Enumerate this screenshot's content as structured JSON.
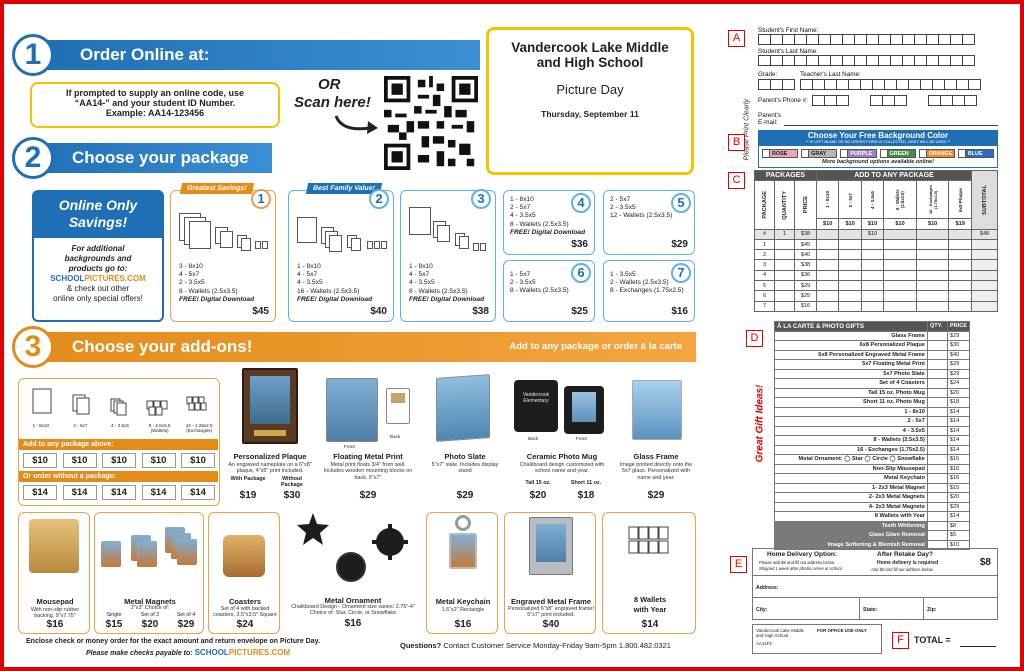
{
  "step1": {
    "number": "1",
    "title": "Order Online at: vando.imagequix.com/g1001270689",
    "prompt_line1": "If prompted to supply an online code, use",
    "prompt_line2": "“AA14-” and your student ID Number.",
    "prompt_line3": "Example: AA14-123456",
    "or_text": "OR",
    "scan_text": "Scan here!"
  },
  "school": {
    "name_line1": "Vandercook Lake Middle",
    "name_line2": "and High School",
    "event": "Picture Day",
    "date": "Thursday, September 11"
  },
  "step2": {
    "number": "2",
    "title": "Choose your package",
    "online_only_title1": "Online Only",
    "online_only_title2": "Savings!",
    "online_only_text1": "For additional",
    "online_only_text2": "backgrounds and",
    "online_only_text3": "products go to:",
    "site_prefix": "SCHOOL",
    "site_suffix": "PICTURES.COM",
    "online_only_text4": "& check out other",
    "online_only_text5": "online only special offers!"
  },
  "packages": [
    {
      "number": "1",
      "tag": "Greatest Savings!",
      "items": [
        "3 - 8x10",
        "4 - 5x7",
        "2 - 3.5x5",
        "8 - Wallets (2.5x3.5)",
        "FREE! Digital Download"
      ],
      "price": "$45"
    },
    {
      "number": "2",
      "tag": "Best Family Value!",
      "items": [
        "1 - 8x10",
        "4 - 5x7",
        "4 - 3.5x5",
        "16 - Wallets (2.5x3.5)",
        "FREE! Digital Download"
      ],
      "price": "$40"
    },
    {
      "number": "3",
      "tag": "",
      "items": [
        "1 - 8x10",
        "4 - 5x7",
        "4 - 3.5x5",
        "8 - Wallets (2.5x3.5)",
        "FREE! Digital Download"
      ],
      "price": "$38"
    },
    {
      "number": "4",
      "tag": "",
      "items": [
        "1 - 8x10",
        "2 - 5x7",
        "4 - 3.5x5",
        "8 - Wallets (2.5x3.5)",
        "FREE! Digital Download"
      ],
      "price": "$36"
    },
    {
      "number": "5",
      "tag": "",
      "items": [
        "2 - 5x7",
        "2 - 3.5x5",
        "12 - Wallets (2.5x3.5)"
      ],
      "price": "$29"
    },
    {
      "number": "6",
      "tag": "",
      "items": [
        "1 - 5x7",
        "2 - 3.5x5",
        "8 - Wallets (2.5x3.5)"
      ],
      "price": "$25"
    },
    {
      "number": "7",
      "tag": "",
      "items": [
        "1 - 3.5x5",
        "2 - Wallets (2.5x3.5)",
        "8 - Exchanges (1.75x2.5)"
      ],
      "price": "$16"
    }
  ],
  "step3": {
    "number": "3",
    "title": "Choose your add-ons!",
    "subtitle": "Add to any package or order à la carte",
    "sizes": [
      "1 - 8x10",
      "2 - 5x7",
      "4 - 3.5x5",
      "8 - 2.5x3.5 (Wallets)",
      "16 - 1.25x2.5 (Exchanges)"
    ],
    "add_label": "Add to any package above:",
    "add_prices": [
      "$10",
      "$10",
      "$10",
      "$10",
      "$10"
    ],
    "order_label": "Or order without a package:",
    "order_prices": [
      "$14",
      "$14",
      "$14",
      "$14",
      "$14"
    ]
  },
  "addons_row1": [
    {
      "name": "Personalized Plaque",
      "desc": "An engraved nameplate on a 6\"x8\" plaque, 4\"x5\" print included.",
      "sub1": "With Package",
      "price1": "$19",
      "sub2": "Without Package",
      "price2": "$30"
    },
    {
      "name": "Floating Metal Print",
      "desc": "Metal print floats 3/4\" from wall. Includes wooden mounting blocks on back. 5\"x7\"",
      "price": "$29",
      "front": "Front",
      "back": "Back"
    },
    {
      "name": "Photo Slate",
      "desc": "5\"x7\" slate. Includes display stand",
      "price": "$29"
    },
    {
      "name": "Ceramic Photo Mug",
      "desc": "Chalkboard design customized with school name and year.",
      "mug_text1": "Vandercook",
      "mug_text2": "Elementary",
      "back": "Back",
      "front": "Front",
      "sub1": "Tall 15 oz.",
      "price1": "$20",
      "sub2": "Short 11 oz.",
      "price2": "$18"
    },
    {
      "name": "Glass Frame",
      "desc": "Image printed directly onto the 5x7 glass. Personalized with name and year.",
      "price": "$29"
    }
  ],
  "addons_row2": [
    {
      "name": "Mousepad",
      "desc": "With non-slip rubber backing. 9\"x7.75\"",
      "price": "$16"
    },
    {
      "name": "Metal Magnets",
      "desc": "2\"x3\" Choice of:",
      "sub1": "Single",
      "price1": "$15",
      "sub2": "Set of 2",
      "price2": "$20",
      "sub3": "Set of 4",
      "price3": "$29"
    },
    {
      "name": "Coasters",
      "desc": "Set of 4 with backed coasters, 3.5\"x3.5\" Square",
      "price": "$24"
    },
    {
      "name": "Metal Ornament",
      "desc": "Chalkboard Design - Ornament size varies: 2.75\"-4\" Choice of: Star, Circle, or Snowflake",
      "price": "$16"
    },
    {
      "name": "Metal Keychain",
      "desc": "1.5\"x2\" Rectangle",
      "price": "$16"
    },
    {
      "name": "Engraved Metal Frame",
      "desc": "Personalized 6\"x8\" engraved frame! 5\"x7\" print included.",
      "price": "$40"
    },
    {
      "name": "8 Wallets",
      "name2": "with Year",
      "desc": "",
      "price": "$14"
    }
  ],
  "footer": {
    "line1": "Enclose check or money order for the exact amount and return envelope on Picture Day.",
    "line2": "Please make checks payable to:",
    "site_prefix": "SCHOOL",
    "site_suffix": "PICTURES.COM",
    "questions": "Questions?",
    "contact": "Contact Customer Service Monday-Friday 9am-5pm 1.800.482.0321"
  },
  "form": {
    "side_text": "Please Print Clearly",
    "section_a": "A",
    "first_name": "Student's First Name:",
    "last_name": "Student's Last Name:",
    "grade": "Grade:",
    "teacher": "Teacher's Last Name:",
    "phone": "Parent's Phone #:",
    "email1": "Parent's",
    "email2": "E-mail:",
    "section_b": "B",
    "bg_title": "Choose Your Free Background Color",
    "bg_note": "** IF LEFT BLANK OR NO ORDER FORM IS COLLECTED, GREY WILL BE USED **",
    "bg_colors": [
      "ROSE",
      "GRAY",
      "PURPLE",
      "GREEN",
      "ORANGE",
      "BLUE"
    ],
    "bg_hex": [
      "#e7a8b5",
      "#b5b5b5",
      "#9b7fc2",
      "#3f8f43",
      "#f08a26",
      "#2b6cc4"
    ],
    "bg_more": "More background options available online!",
    "section_c": "C",
    "packages_header": "PACKAGES",
    "addto_header": "ADD TO ANY PACKAGE",
    "col_package": "PACKAGE",
    "col_quantity": "QUANTITY",
    "col_price": "PRICE",
    "addon_cols": [
      "1 - 8x10",
      "2 - 5x7",
      "4 - 3.5x5",
      "8 - Wallets (2.5x3.5)",
      "16 - Exchanges (1.75x2.5)",
      "6x8 Plaque"
    ],
    "addon_col_prices": [
      "$10",
      "$10",
      "$10",
      "$10",
      "$10",
      "$19"
    ],
    "col_subtotal": "SUBTOTAL",
    "example_row": {
      "pkg": "#",
      "qty": "1",
      "price": "$38",
      "addon": "$10",
      "subtotal": "$48"
    },
    "package_rows": [
      {
        "pkg": "1",
        "price": "$45"
      },
      {
        "pkg": "2",
        "price": "$40"
      },
      {
        "pkg": "3",
        "price": "$38"
      },
      {
        "pkg": "4",
        "price": "$36"
      },
      {
        "pkg": "5",
        "price": "$29"
      },
      {
        "pkg": "6",
        "price": "$25"
      },
      {
        "pkg": "7",
        "price": "$16"
      }
    ],
    "section_d": "D",
    "gift_side": "Great Gift Ideas!",
    "alacarte_header": "À LA CARTE & PHOTO GIFTS",
    "qty_header": "QTY.",
    "price_header": "PRICE",
    "alacarte_rows": [
      {
        "name": "Glass Frame",
        "price": "$29"
      },
      {
        "name": "6x8 Personalized Plaque",
        "price": "$30"
      },
      {
        "name": "6x8 Personalized Engraved Metal Frame",
        "price": "$40"
      },
      {
        "name": "5x7 Floating Metal Print",
        "price": "$29"
      },
      {
        "name": "5x7 Photo Slate",
        "price": "$29"
      },
      {
        "name": "Set of 4 Coasters",
        "price": "$24"
      },
      {
        "name": "Tall 15 oz. Photo Mug",
        "price": "$20"
      },
      {
        "name": "Short 11 oz. Photo Mug",
        "price": "$18"
      },
      {
        "name": "1 - 8x10",
        "price": "$14"
      },
      {
        "name": "2 - 5x7",
        "price": "$14"
      },
      {
        "name": "4 - 3.5x5",
        "price": "$14"
      },
      {
        "name": "8 - Wallets (2.5x3.5)",
        "price": "$14"
      },
      {
        "name": "16 - Exchanges (1.75x2.5)",
        "price": "$14"
      },
      {
        "name": "Metal Ornament: ◯ Star ◯ Circle ◯ Snowflake",
        "price": "$16"
      },
      {
        "name": "Non-Slip Mousepad",
        "price": "$16"
      },
      {
        "name": "Metal Keychain",
        "price": "$16"
      },
      {
        "name": "1- 2x3 Metal Magnet",
        "price": "$15"
      },
      {
        "name": "2- 2x3 Metal Magnets",
        "price": "$20"
      },
      {
        "name": "4- 2x3 Metal Magnets",
        "price": "$29"
      },
      {
        "name": "8 Wallets with Year",
        "price": "$14"
      }
    ],
    "retouch_rows": [
      {
        "name": "Teeth Whitening",
        "price": "$8"
      },
      {
        "name": "Glass Glare Removal",
        "price": "$5"
      },
      {
        "name": "Image Softening & Blemish Removal",
        "price": "$10"
      }
    ],
    "section_e": "E",
    "home_title": "Home Delivery Option:",
    "home_desc1": "Please add $8 and fill out address below.",
    "home_desc2": "Shipped 1 week after photos arrive at school.",
    "retake_title": "After Retake Day?",
    "retake_desc1": "Home delivery is required",
    "retake_desc2": "Add $8 and fill out address below.",
    "home_price": "$8",
    "address": "Address:",
    "city": "City:",
    "state": "State:",
    "zip": "Zip:",
    "office_line1": "Vandercook Lake Middle",
    "office_line2": "and High School",
    "office_code": "AA14F2",
    "office_use": "FOR OFFICE USE ONLY",
    "section_f": "F",
    "total": "TOTAL ="
  }
}
